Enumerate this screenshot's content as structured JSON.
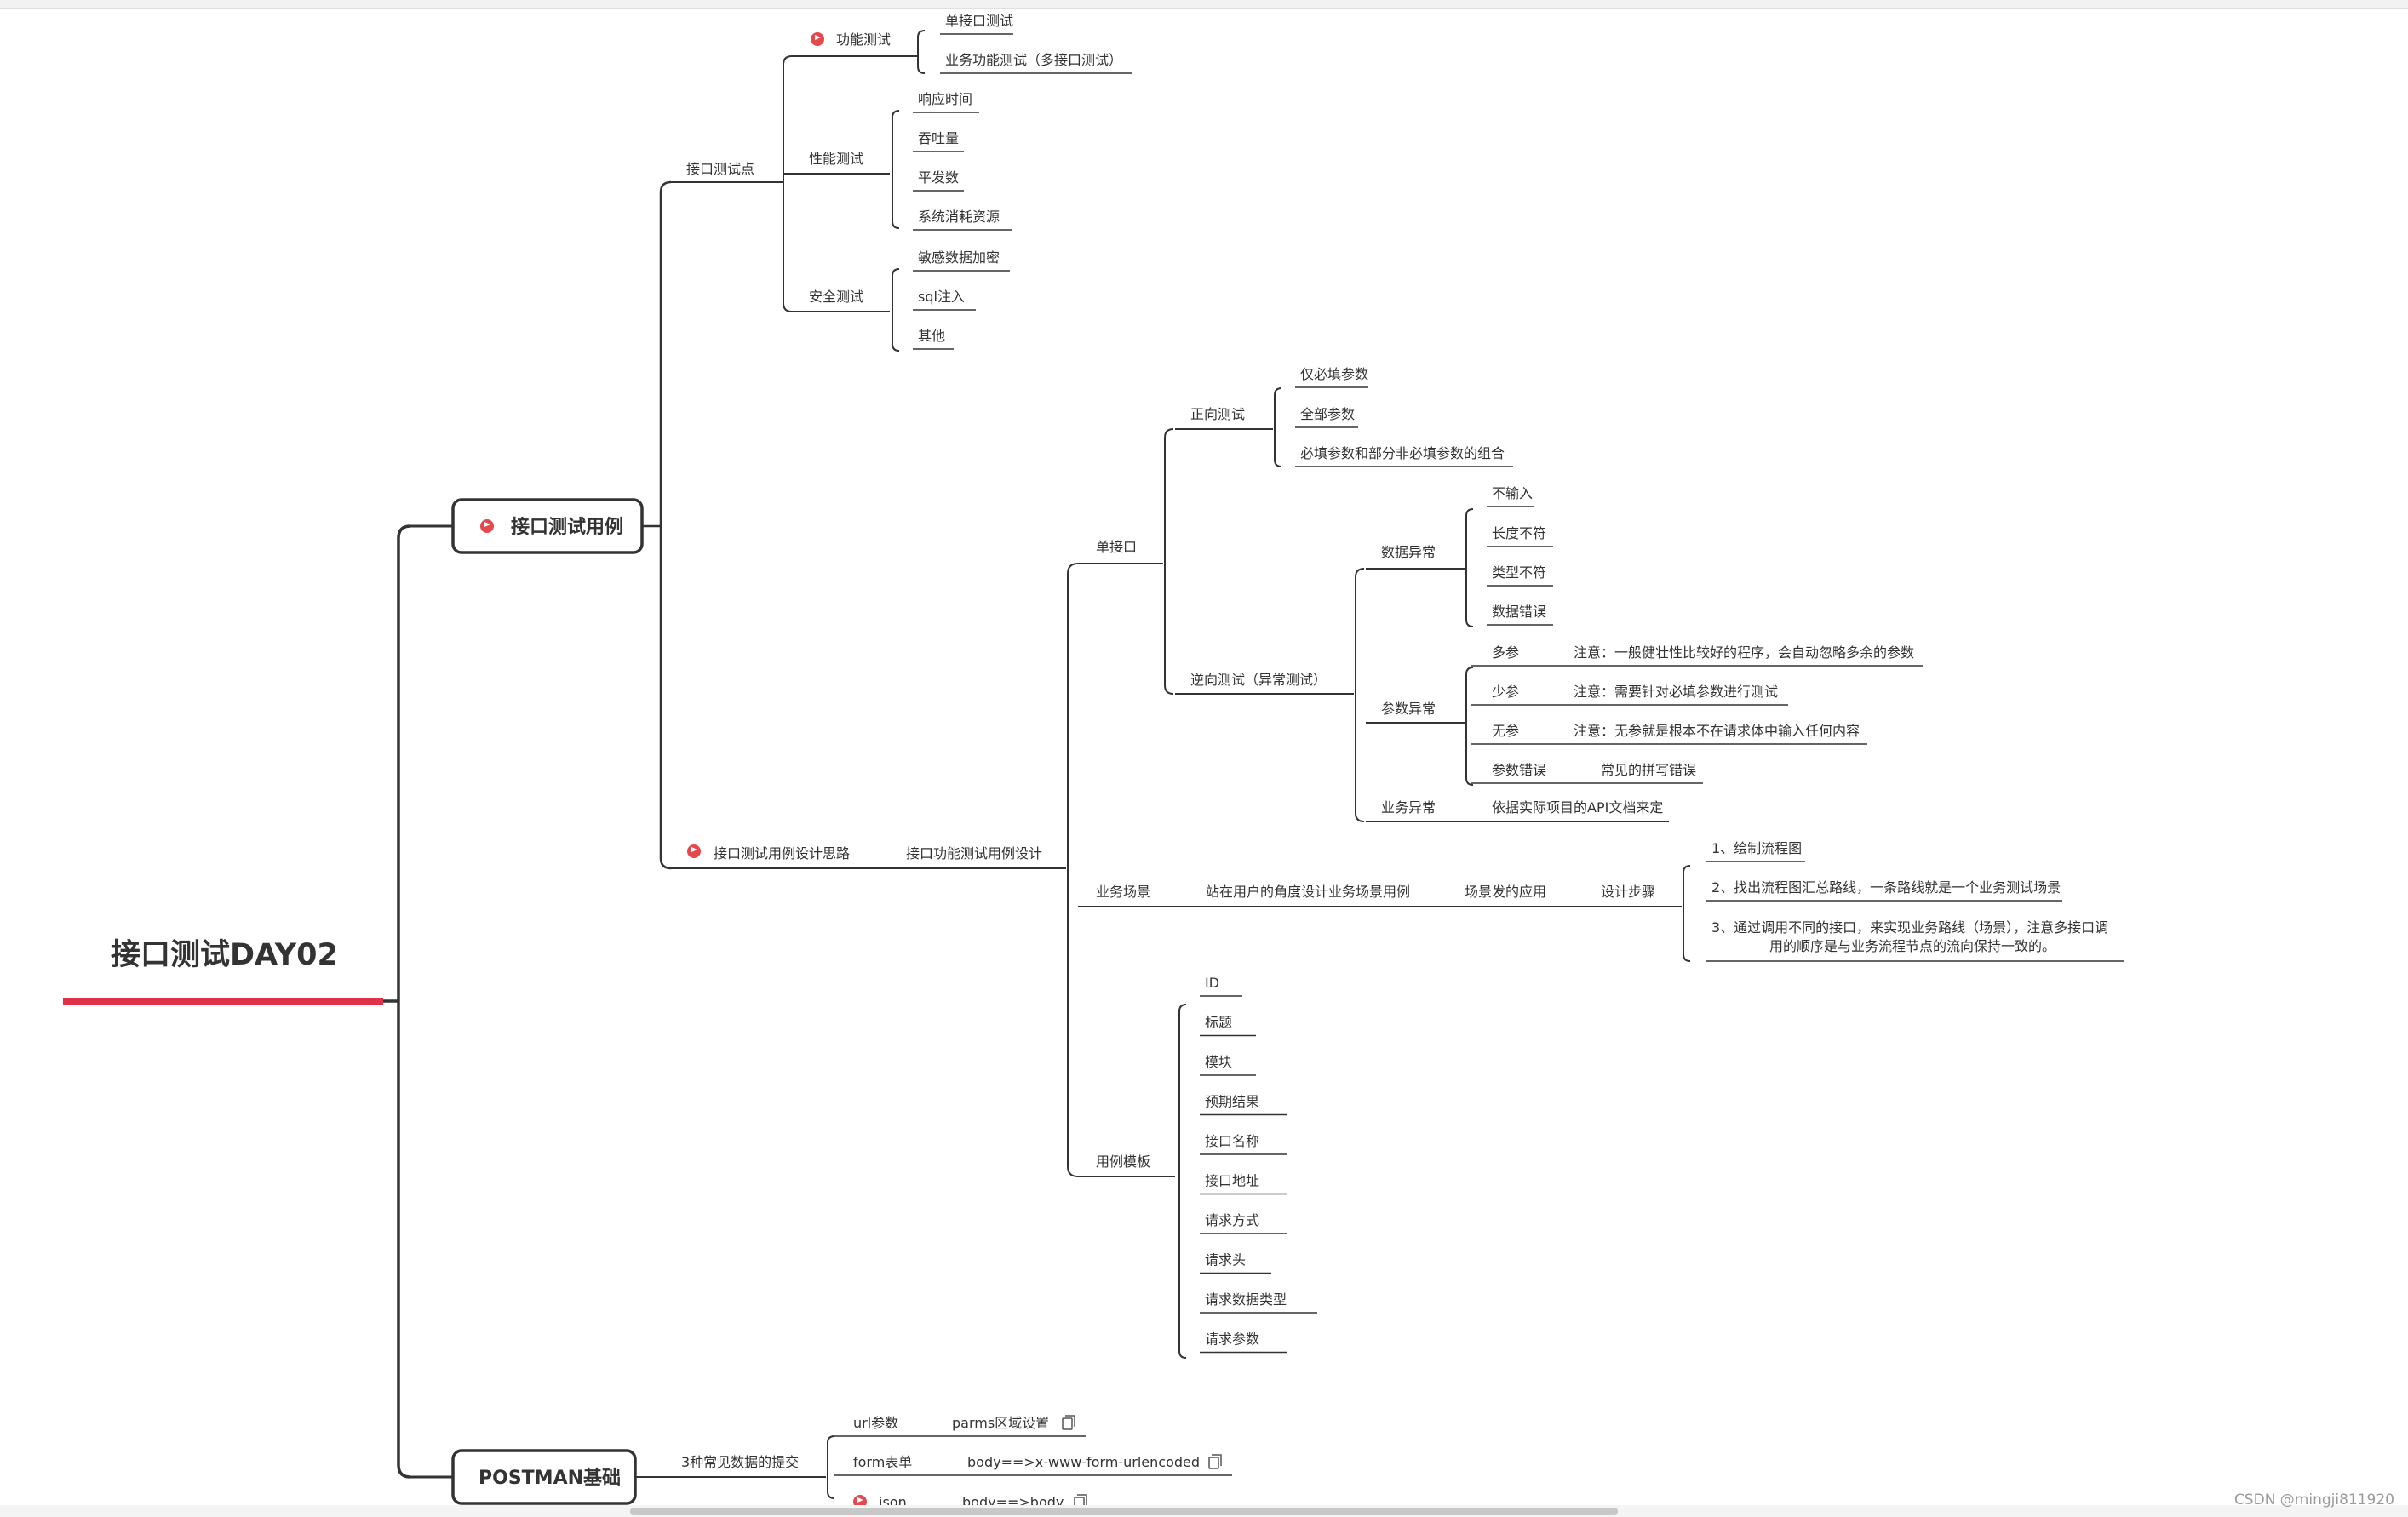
{
  "root": {
    "label": "接口测试DAY02",
    "underline_color": "#e0304a"
  },
  "branches": [
    {
      "id": "case",
      "label": "接口测试用例",
      "flag": true
    },
    {
      "id": "postman",
      "label": "POSTMAN基础",
      "flag": false
    }
  ],
  "nodes": {
    "points": "接口测试点",
    "func": "功能测试",
    "func_single": "单接口测试",
    "func_business": "业务功能测试（多接口测试）",
    "perf": "性能测试",
    "perf_response": "响应时间",
    "perf_throughput": "吞吐量",
    "perf_concurrency": "平发数",
    "perf_resource": "系统消耗资源",
    "sec": "安全测试",
    "sec_encrypt": "敏感数据加密",
    "sec_sql": "sql注入",
    "sec_other": "其他",
    "design": "接口测试用例设计思路",
    "design_func": "接口功能测试用例设计",
    "single": "单接口",
    "positive": "正向测试",
    "pos_required": "仅必填参数",
    "pos_all": "全部参数",
    "pos_combo": "必填参数和部分非必填参数的组合",
    "negative": "逆向测试（异常测试）",
    "data_err": "数据异常",
    "de_none": "不输入",
    "de_length": "长度不符",
    "de_type": "类型不符",
    "de_wrong": "数据错误",
    "param_err": "参数异常",
    "pe_more": "多参",
    "pe_more_note": "注意：一般健壮性比较好的程序，会自动忽略多余的参数",
    "pe_less": "少参",
    "pe_less_note": "注意：需要针对必填参数进行测试",
    "pe_none": "无参",
    "pe_none_note": "注意：无参就是根本不在请求体中输入任何内容",
    "pe_wrong": "参数错误",
    "pe_wrong_note": "常见的拼写错误",
    "biz_err": "业务异常",
    "biz_err_note": "依据实际项目的API文档来定",
    "scene": "业务场景",
    "scene_user": "站在用户的角度设计业务场景用例",
    "scene_method": "场景发的应用",
    "scene_steps": "设计步骤",
    "step1": "1、绘制流程图",
    "step2": "2、找出流程图汇总路线，一条路线就是一个业务测试场景",
    "step3_line1": "3、通过调用不同的接口，来实现业务路线（场景），注意多接口调",
    "step3_line2": "用的顺序是与业务流程节点的流向保持一致的。",
    "template": "用例模板",
    "t_id": "ID",
    "t_title": "标题",
    "t_module": "模块",
    "t_expected": "预期结果",
    "t_name": "接口名称",
    "t_url": "接口地址",
    "t_method": "请求方式",
    "t_header": "请求头",
    "t_datatype": "请求数据类型",
    "t_params": "请求参数",
    "submit": "3种常见数据的提交",
    "url_param": "url参数",
    "url_param_val": "parms区域设置",
    "form": "form表单",
    "form_val": "body==>x-www-form-urlencoded",
    "json": "json",
    "json_val": "body==>body"
  },
  "watermark": "CSDN @mingji811920"
}
